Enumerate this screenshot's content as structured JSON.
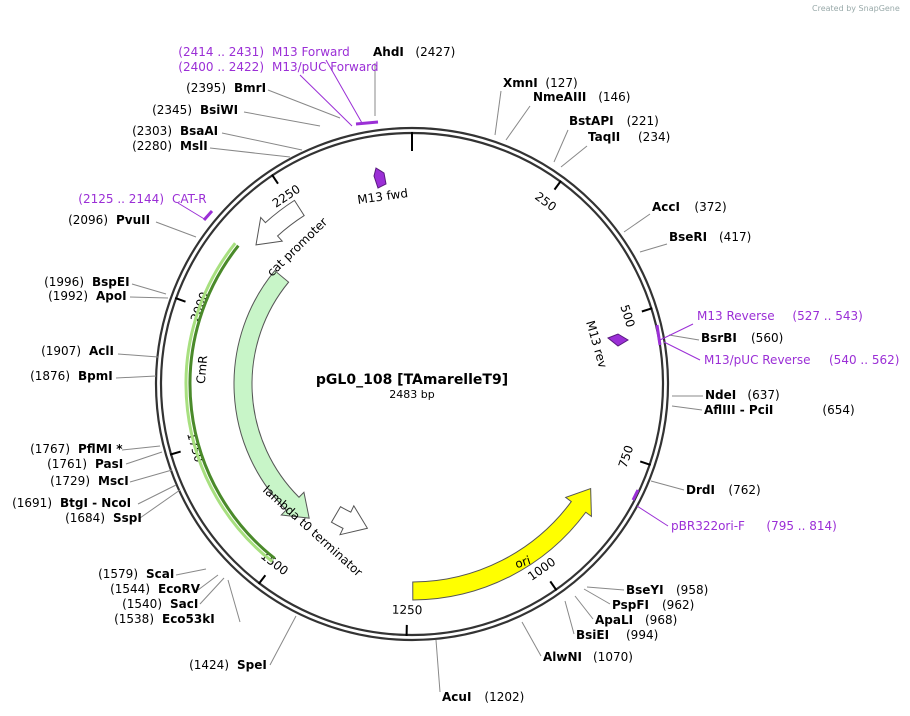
{
  "plasmid": {
    "name": "pGL0_108 [TAmarelleT9]",
    "size_label": "2483 bp",
    "length": 2483
  },
  "credit": "Created by SnapGene",
  "colors": {
    "primer": "#9b2fd6",
    "ori": "#ffff00",
    "cmr": "#c8f5c8",
    "promoter": "#ffffff",
    "backbone": "#333333"
  },
  "ticks": [
    "250",
    "500",
    "750",
    "1000",
    "1250",
    "1500",
    "1750",
    "2000",
    "2250"
  ],
  "features": [
    {
      "name": "cat promoter",
      "start": 2258,
      "end": 2150,
      "fill": "#ffffff",
      "label": "cat promoter"
    },
    {
      "name": "CmR",
      "start": 2135,
      "end": 1500,
      "fill": "#c8f5c8",
      "label": "CmR"
    },
    {
      "name": "lambda t0 terminator",
      "start": 1450,
      "end": 1360,
      "fill": "#ffffff",
      "label": "lambda t0 terminator"
    },
    {
      "name": "ori",
      "start": 1240,
      "end": 830,
      "fill": "#ffff00",
      "label": "ori"
    }
  ],
  "inner_primers": [
    {
      "label": "M13 fwd",
      "pos": 2448
    },
    {
      "label": "M13 rev",
      "pos": 540
    }
  ],
  "sites": [
    {
      "name": "AhdI",
      "pos_text": "(2427)",
      "side": "right"
    },
    {
      "name": "XmnI",
      "pos_text": "(127)",
      "side": "right"
    },
    {
      "name": "NmeAIII",
      "pos_text": "(146)",
      "side": "right"
    },
    {
      "name": "BstAPI",
      "pos_text": "(221)",
      "side": "right"
    },
    {
      "name": "TaqII",
      "pos_text": "(234)",
      "side": "right"
    },
    {
      "name": "AccI",
      "pos_text": "(372)",
      "side": "right"
    },
    {
      "name": "BseRI",
      "pos_text": "(417)",
      "side": "right"
    },
    {
      "name": "BsrBI",
      "pos_text": "(560)",
      "side": "right"
    },
    {
      "name": "NdeI",
      "pos_text": "(637)",
      "side": "right"
    },
    {
      "name": "AflIII  - PciI",
      "pos_text": "(654)",
      "side": "right"
    },
    {
      "name": "DrdI",
      "pos_text": "(762)",
      "side": "right"
    },
    {
      "name": "BseYI",
      "pos_text": "(958)",
      "side": "right"
    },
    {
      "name": "PspFI",
      "pos_text": "(962)",
      "side": "right"
    },
    {
      "name": "ApaLI",
      "pos_text": "(968)",
      "side": "right"
    },
    {
      "name": "BsiEI",
      "pos_text": "(994)",
      "side": "right"
    },
    {
      "name": "AlwNI",
      "pos_text": "(1070)",
      "side": "right"
    },
    {
      "name": "AcuI",
      "pos_text": "(1202)",
      "side": "right"
    },
    {
      "name": "SpeI",
      "pos_text": "(1424)",
      "side": "left"
    },
    {
      "name": "Eco53kI",
      "pos_text": "(1538)",
      "side": "left"
    },
    {
      "name": "SacI",
      "pos_text": "(1540)",
      "side": "left"
    },
    {
      "name": "EcoRV",
      "pos_text": "(1544)",
      "side": "left"
    },
    {
      "name": "ScaI",
      "pos_text": "(1579)",
      "side": "left"
    },
    {
      "name": "SspI",
      "pos_text": "(1684)",
      "side": "left"
    },
    {
      "name": "BtgI  - NcoI",
      "pos_text": "(1691)",
      "side": "left"
    },
    {
      "name": "MscI",
      "pos_text": "(1729)",
      "side": "left"
    },
    {
      "name": "PasI",
      "pos_text": "(1761)",
      "side": "left"
    },
    {
      "name": "PflMI *",
      "pos_text": "(1767)",
      "side": "left"
    },
    {
      "name": "BpmI",
      "pos_text": "(1876)",
      "side": "left"
    },
    {
      "name": "AclI",
      "pos_text": "(1907)",
      "side": "left"
    },
    {
      "name": "ApoI",
      "pos_text": "(1992)",
      "side": "left"
    },
    {
      "name": "BspEI",
      "pos_text": "(1996)",
      "side": "left"
    },
    {
      "name": "PvuII",
      "pos_text": "(2096)",
      "side": "left"
    },
    {
      "name": "MslI",
      "pos_text": "(2280)",
      "side": "left"
    },
    {
      "name": "BsaAI",
      "pos_text": "(2303)",
      "side": "left"
    },
    {
      "name": "BsiWI",
      "pos_text": "(2345)",
      "side": "left"
    },
    {
      "name": "BmrI",
      "pos_text": "(2395)",
      "side": "left"
    }
  ],
  "primers": [
    {
      "name": "M13 Forward",
      "range": "(2414 .. 2431)",
      "side": "left"
    },
    {
      "name": "M13/pUC Forward",
      "range": "(2400 .. 2422)",
      "side": "left"
    },
    {
      "name": "CAT-R",
      "range": "(2125 .. 2144)",
      "side": "left"
    },
    {
      "name": "M13 Reverse",
      "range": "(527 .. 543)",
      "side": "right"
    },
    {
      "name": "M13/pUC Reverse",
      "range": "(540 .. 562)",
      "side": "right"
    },
    {
      "name": "pBR322ori-F",
      "range": "(795 .. 814)",
      "side": "right"
    }
  ]
}
